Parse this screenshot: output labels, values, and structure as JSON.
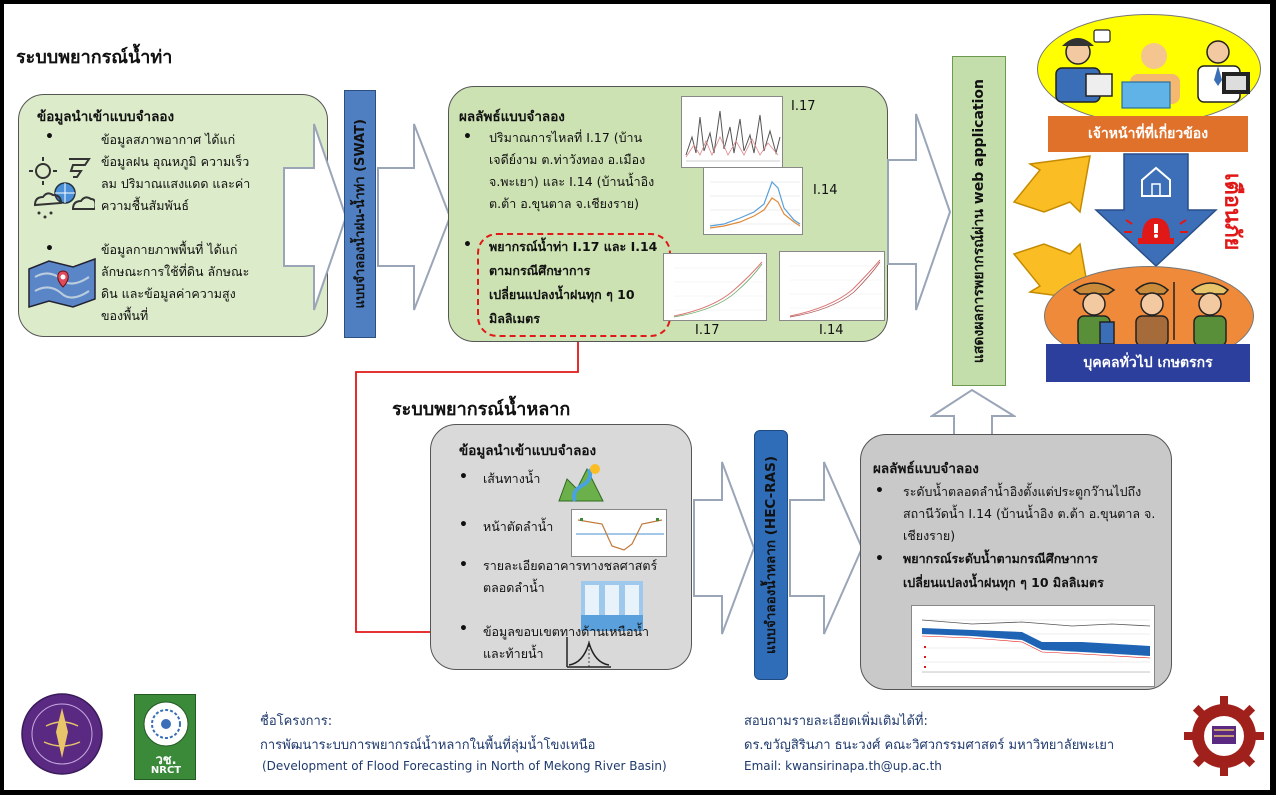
{
  "colors": {
    "green_box": "#dcebc9",
    "gray_box": "#d9d9d9",
    "blue_bar": "#4f7fc0",
    "green_bar": "#c3deaa",
    "orange_bar": "#e0712b",
    "navy_bar": "#2c3f9c",
    "yellow_oval": "#ffff00",
    "orange_oval": "#ee8a3a",
    "warning_red": "#e11818"
  },
  "sections": {
    "forecast_title": "ระบบพยากรณ์น้ำท่า",
    "flood_title": "ระบบพยากรณ์น้ำหลาก"
  },
  "box1": {
    "heading": "ข้อมูลนำเข้าแบบจำลอง",
    "bullet1": [
      "ข้อมูลสภาพอากาศ ได้แก่",
      "ข้อมูลฝน อุณหภูมิ ความเร็ว",
      "ลม ปริมาณแสงแดด และค่า",
      "ความชื้นสัมพันธ์"
    ],
    "bullet2": [
      "ข้อมูลกายภาพพื้นที่ ได้แก่",
      "ลักษณะการใช้ที่ดิน ลักษณะ",
      "ดิน และข้อมูลค่าความสูง",
      "ของพื้นที่"
    ]
  },
  "bar_swat": "แบบจำลองน้ำฝน-น้ำท่า (SWAT)",
  "box2": {
    "heading": "ผลลัพธ์แบบจำลอง",
    "bullet1": [
      "ปริมาณการไหลที่ I.17 (บ้าน",
      "เจดีย์งาม ต.ท่าวังทอง อ.เมือง",
      "จ.พะเยา) และ I.14  (บ้านน้ำอิง",
      "ต.ต้า อ.ขุนตาล จ.เชียงราย)"
    ],
    "bullet2": [
      "พยากรณ์น้ำท่า I.17 และ I.14",
      "ตามกรณีศึกษาการ",
      "เปลี่ยนแปลงน้ำฝนทุก ๆ  10",
      "มิลลิเมตร"
    ],
    "label_i17_top": "I.17",
    "label_i14_mid": "I.14",
    "label_i17_bottom": "I.17",
    "label_i14_bottom": "I.14"
  },
  "bar_web": "แสดงผลการพยากรณ์ผ่าน web application",
  "staff_label": "เจ้าหน้าที่ที่เกี่ยวข้อง",
  "public_label": "บุคคลทั่วไป เกษตรกร",
  "warning_text": "เตือนภัย",
  "box3": {
    "heading": "ข้อมูลนำเข้าแบบจำลอง",
    "item1": "เส้นทางน้ำ",
    "item2": "หน้าตัดลำน้ำ",
    "item3": [
      "รายละเอียดอาคารทางชลศาสตร์",
      "ตลอดลำน้ำ"
    ],
    "item4": [
      "ข้อมูลขอบเขตทางด้านเหนือน้ำ",
      "และท้ายน้ำ"
    ]
  },
  "bar_hec": "แบบจำลองน้ำหลาก (HEC-RAS)",
  "box4": {
    "heading": "ผลลัพธ์แบบจำลอง",
    "bullet1": [
      "ระดับน้ำตลอดลำน้ำอิงตั้งแต่ประตูกว๊านไปถึง",
      "สถานีวัดน้ำ I.14 (บ้านน้ำอิง ต.ต้า อ.ขุนตาล จ.",
      "เชียงราย)"
    ],
    "bullet2": [
      "พยากรณ์ระดับน้ำตามกรณีศึกษาการ",
      "เปลี่ยนแปลงน้ำฝนทุก ๆ  10 มิลลิเมตร"
    ]
  },
  "footer": {
    "project_label": "ชื่อโครงการ:",
    "project_th": "การพัฒนาระบบการพยากรณ์น้ำหลากในพื้นที่ลุ่มน้ำโขงเหนือ",
    "project_en": "(Development of Flood Forecasting in North of Mekong River Basin)",
    "contact_label": "สอบถามรายละเอียดเพิ่มเติมได้ที่:",
    "contact_name": "ดร.ขวัญสิรินภา ธนะวงศ์ คณะวิศวกรรมศาสตร์ มหาวิทยาลัยพะเยา",
    "contact_email": "Email: kwansirinapa.th@up.ac.th",
    "nrct_th": "วช.",
    "nrct_en": "NRCT"
  }
}
